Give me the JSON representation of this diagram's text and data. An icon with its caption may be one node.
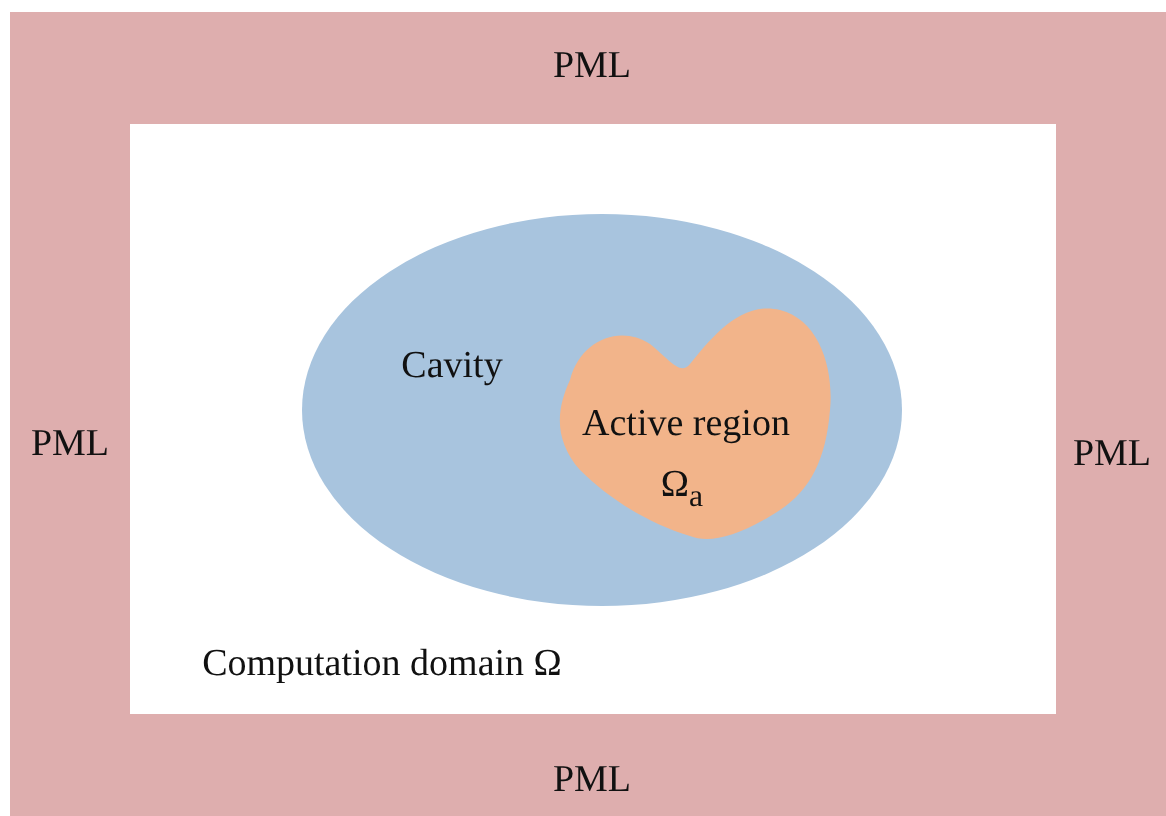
{
  "diagram": {
    "nodes": [
      {
        "text": [
          "PML",
          "PML",
          "PML",
          "PML"
        ]
      },
      {
        "text": [
          "Computation domain Ω"
        ],
        "in": 0
      },
      {
        "text": [
          "Cavity"
        ],
        "in": 1
      },
      {
        "text": [
          "Active region",
          "Ω$_{a}$"
        ],
        "in": 2
      }
    ]
  }
}
